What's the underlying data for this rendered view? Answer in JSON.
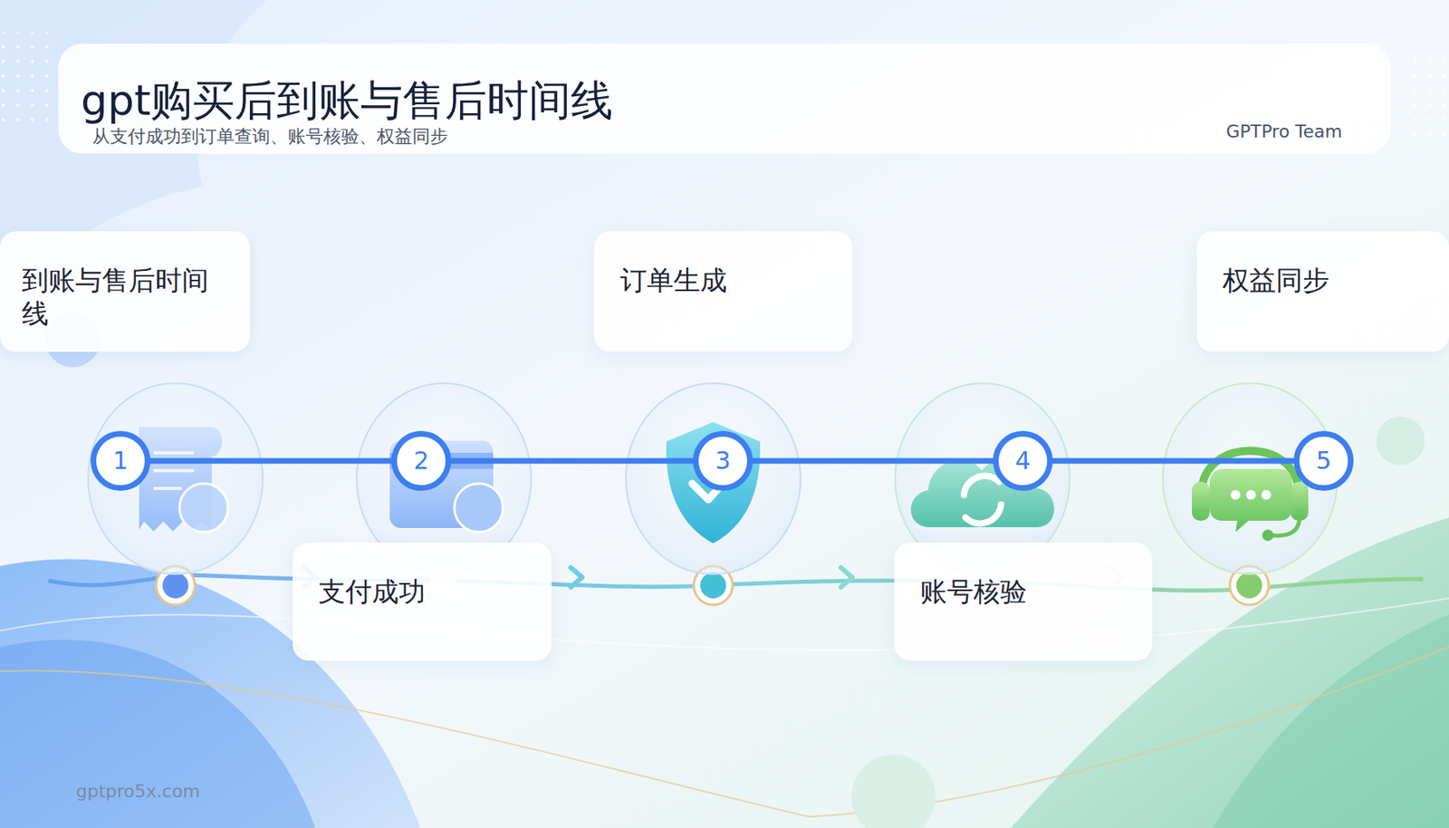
{
  "diagram": {
    "title": "gpt购买后到账与售后时间线",
    "caption": "从支付成功到订单查询、账号核验、权益同步",
    "nodes": [
      {
        "text": [
          "到账与售后时间线"
        ]
      },
      {
        "text": [
          "订单生成"
        ]
      },
      {
        "text": [
          "权益同步"
        ]
      },
      {
        "text": [
          "1"
        ]
      },
      {
        "text": [
          "2"
        ]
      },
      {
        "text": [
          "3"
        ]
      },
      {
        "text": [
          "4"
        ]
      },
      {
        "text": [
          "5"
        ]
      },
      {
        "text": [
          "支付成功"
        ]
      },
      {
        "text": [
          "账号核验"
        ]
      }
    ],
    "edges": [
      {
        "from": 3,
        "to": 4,
        "arrow": "none"
      },
      {
        "from": 4,
        "to": 5,
        "arrow": "none"
      },
      {
        "from": 5,
        "to": 6,
        "arrow": "none"
      },
      {
        "from": 6,
        "to": 7,
        "arrow": "none"
      }
    ],
    "labels": [
      "GPTPro Team",
      "gptpro5x.com"
    ]
  }
}
